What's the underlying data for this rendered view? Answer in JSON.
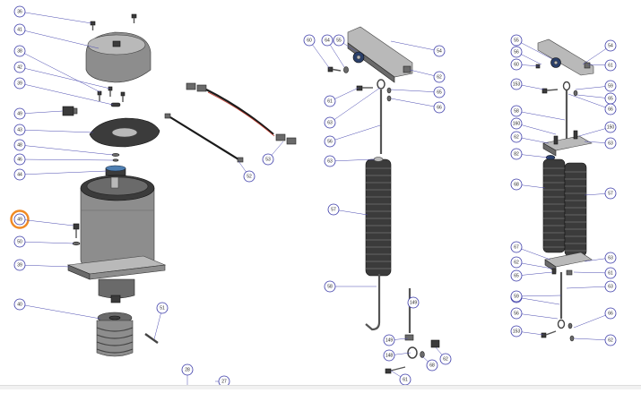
{
  "callouts": {
    "motor": [
      "36",
      "41",
      "38",
      "42",
      "39",
      "49",
      "43",
      "48",
      "46",
      "44",
      "49",
      "50",
      "39",
      "40",
      "51",
      "28",
      "27",
      "52",
      "53"
    ],
    "single_spring": [
      "60",
      "64",
      "55",
      "54",
      "61",
      "62",
      "63",
      "65",
      "66",
      "56",
      "63",
      "57",
      "58",
      "149",
      "149",
      "148",
      "68",
      "62",
      "61"
    ],
    "double_spring": [
      "55",
      "54",
      "56",
      "59",
      "60",
      "61",
      "153",
      "65",
      "66",
      "58",
      "62",
      "150",
      "160",
      "82",
      "63",
      "68",
      "57",
      "67",
      "62",
      "63",
      "65",
      "61",
      "61",
      "63",
      "56",
      "66",
      "62",
      "153",
      "59"
    ]
  },
  "highlight": {
    "label": "49",
    "color": "#f08a24"
  }
}
